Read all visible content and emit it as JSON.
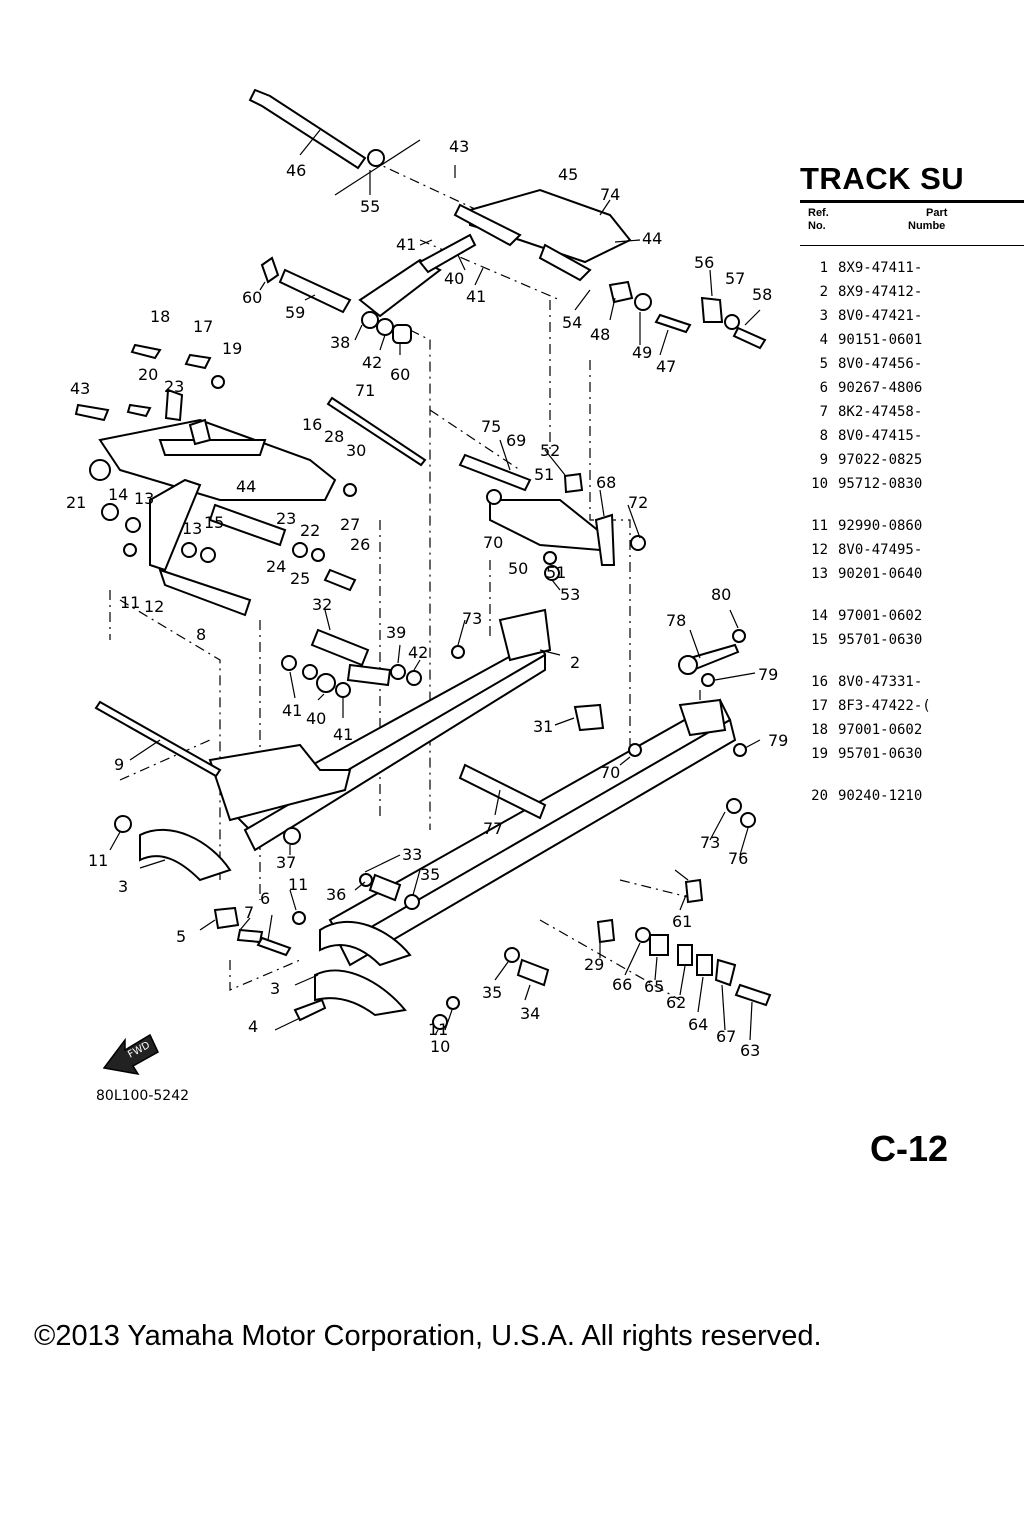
{
  "panel": {
    "title": "TRACK SU",
    "col_ref": [
      "Ref.",
      "No."
    ],
    "col_part": [
      "Part",
      "Numbe"
    ]
  },
  "parts": [
    {
      "ref": "1",
      "part": "8X9-47411-"
    },
    {
      "ref": "2",
      "part": "8X9-47412-"
    },
    {
      "ref": "3",
      "part": "8V0-47421-"
    },
    {
      "ref": "4",
      "part": "90151-0601"
    },
    {
      "ref": "5",
      "part": "8V0-47456-"
    },
    {
      "ref": "6",
      "part": "90267-4806"
    },
    {
      "ref": "7",
      "part": "8K2-47458-"
    },
    {
      "ref": "8",
      "part": "8V0-47415-"
    },
    {
      "ref": "9",
      "part": "97022-0825"
    },
    {
      "ref": "10",
      "part": "95712-0830"
    },
    {
      "ref": "11",
      "part": "92990-0860"
    },
    {
      "ref": "12",
      "part": "8V0-47495-"
    },
    {
      "ref": "13",
      "part": "90201-0640"
    },
    {
      "ref": "14",
      "part": "97001-0602"
    },
    {
      "ref": "15",
      "part": "95701-0630"
    },
    {
      "ref": "16",
      "part": "8V0-47331-"
    },
    {
      "ref": "17",
      "part": "8F3-47422-("
    },
    {
      "ref": "18",
      "part": "97001-0602"
    },
    {
      "ref": "19",
      "part": "95701-0630"
    },
    {
      "ref": "20",
      "part": "90240-1210"
    }
  ],
  "fwd_label": "FWD",
  "figure_code": "80L100-5242",
  "page_id": "C-12",
  "copyright": "©2013 Yamaha Motor Corporation, U.S.A. All rights reserved.",
  "callouts": [
    {
      "t": "46"
    },
    {
      "t": "55"
    },
    {
      "t": "43"
    },
    {
      "t": "45"
    },
    {
      "t": "74"
    },
    {
      "t": "44"
    },
    {
      "t": "41"
    },
    {
      "t": "40"
    },
    {
      "t": "41"
    },
    {
      "t": "60"
    },
    {
      "t": "59"
    },
    {
      "t": "38"
    },
    {
      "t": "42"
    },
    {
      "t": "60"
    },
    {
      "t": "54"
    },
    {
      "t": "48"
    },
    {
      "t": "49"
    },
    {
      "t": "47"
    },
    {
      "t": "56"
    },
    {
      "t": "57"
    },
    {
      "t": "58"
    },
    {
      "t": "18"
    },
    {
      "t": "17"
    },
    {
      "t": "19"
    },
    {
      "t": "20"
    },
    {
      "t": "23"
    },
    {
      "t": "43"
    },
    {
      "t": "71"
    },
    {
      "t": "16"
    },
    {
      "t": "28"
    },
    {
      "t": "30"
    },
    {
      "t": "44"
    },
    {
      "t": "21"
    },
    {
      "t": "14"
    },
    {
      "t": "13"
    },
    {
      "t": "13"
    },
    {
      "t": "15"
    },
    {
      "t": "23"
    },
    {
      "t": "22"
    },
    {
      "t": "27"
    },
    {
      "t": "26"
    },
    {
      "t": "24"
    },
    {
      "t": "25"
    },
    {
      "t": "11"
    },
    {
      "t": "12"
    },
    {
      "t": "8"
    },
    {
      "t": "75"
    },
    {
      "t": "69"
    },
    {
      "t": "52"
    },
    {
      "t": "51"
    },
    {
      "t": "68"
    },
    {
      "t": "72"
    },
    {
      "t": "70"
    },
    {
      "t": "50"
    },
    {
      "t": "51"
    },
    {
      "t": "53"
    },
    {
      "t": "32"
    },
    {
      "t": "39"
    },
    {
      "t": "42"
    },
    {
      "t": "73"
    },
    {
      "t": "2"
    },
    {
      "t": "41"
    },
    {
      "t": "40"
    },
    {
      "t": "41"
    },
    {
      "t": "80"
    },
    {
      "t": "78"
    },
    {
      "t": "79"
    },
    {
      "t": "9"
    },
    {
      "t": "31"
    },
    {
      "t": "79"
    },
    {
      "t": "70"
    },
    {
      "t": "77"
    },
    {
      "t": "11"
    },
    {
      "t": "37"
    },
    {
      "t": "33"
    },
    {
      "t": "35"
    },
    {
      "t": "36"
    },
    {
      "t": "11"
    },
    {
      "t": "73"
    },
    {
      "t": "76"
    },
    {
      "t": "3"
    },
    {
      "t": "61"
    },
    {
      "t": "5"
    },
    {
      "t": "7"
    },
    {
      "t": "6"
    },
    {
      "t": "29"
    },
    {
      "t": "66"
    },
    {
      "t": "65"
    },
    {
      "t": "62"
    },
    {
      "t": "64"
    },
    {
      "t": "67"
    },
    {
      "t": "63"
    },
    {
      "t": "3"
    },
    {
      "t": "4"
    },
    {
      "t": "35"
    },
    {
      "t": "34"
    },
    {
      "t": "11"
    },
    {
      "t": "10"
    }
  ]
}
